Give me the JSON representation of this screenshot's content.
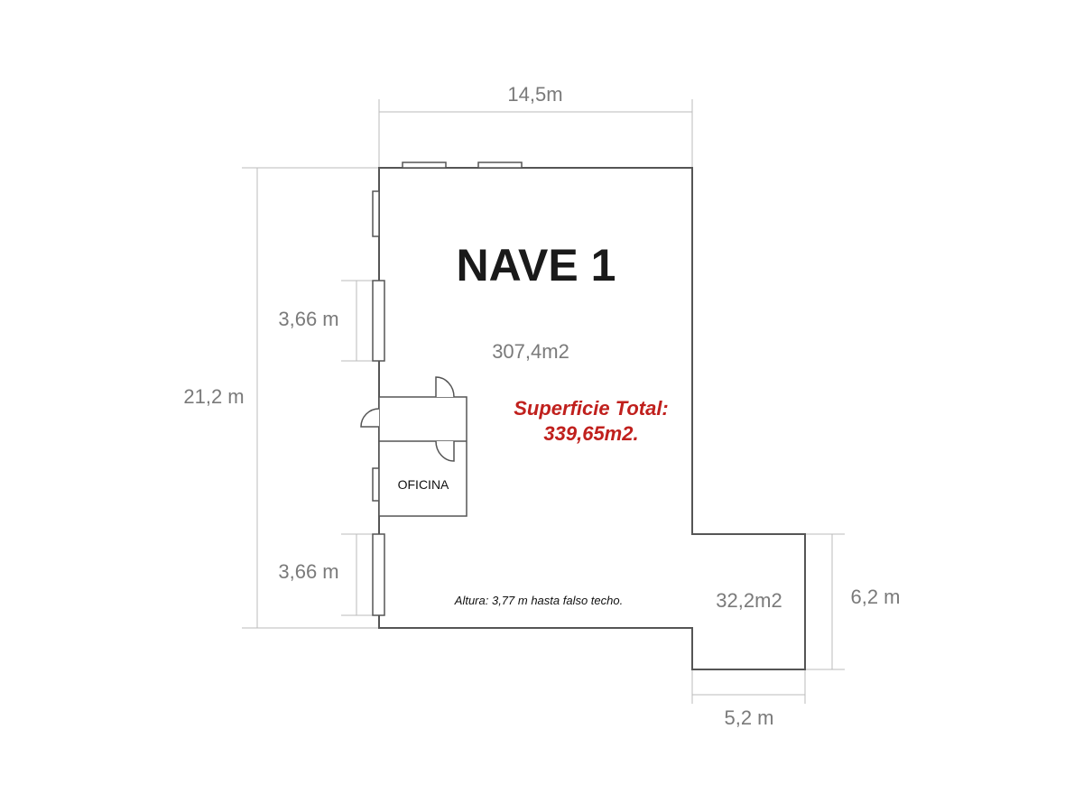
{
  "plan": {
    "title": "NAVE 1",
    "main_area": "307,4m2",
    "annex_area": "32,2m2",
    "total_line1": "Superficie Total:",
    "total_line2": "339,65m2.",
    "office_label": "OFICINA",
    "height_note": "Altura: 3,77 m hasta falso techo."
  },
  "dimensions": {
    "width_top": "14,5m",
    "height_left": "21,2 m",
    "window_upper": "3,66 m",
    "window_lower": "3,66 m",
    "annex_height": "6,2 m",
    "annex_width": "5,2 m"
  },
  "colors": {
    "accent": "#c0201d",
    "wall": "#555555",
    "dimension": "#7a7a7a"
  }
}
